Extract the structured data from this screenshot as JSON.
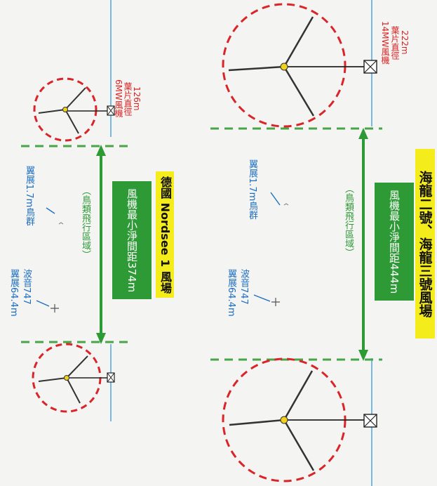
{
  "top_panel": {
    "turbine_label": [
      "6MW風機",
      "葉片直徑",
      "126m"
    ],
    "distance_box": [
      "風機最小淨間距",
      "374m"
    ],
    "zone_label": "（鳥類飛行區域）",
    "bird_label": "翼展1.7m鳥群",
    "plane_label": [
      "翼展64.4m",
      "波音747"
    ],
    "banner": "德國 Nordsee 1 風場"
  },
  "bottom_panel": {
    "turbine_label": [
      "14MW風機",
      "葉片直徑",
      "222m"
    ],
    "distance_box": [
      "風機最小淨間距",
      "444m"
    ],
    "zone_label": "（鳥類飛行區域）",
    "bird_label": "翼展1.7m鳥群",
    "plane_label": [
      "翼展64.4m",
      "波音747"
    ],
    "banner": "海龍二號、海龍三號風場"
  },
  "colors": {
    "circle": "#d9252a",
    "guide": "#49a648",
    "water": "#4aa6e0",
    "arrow": "#2e9a36",
    "banner": "#f5ec1c"
  }
}
